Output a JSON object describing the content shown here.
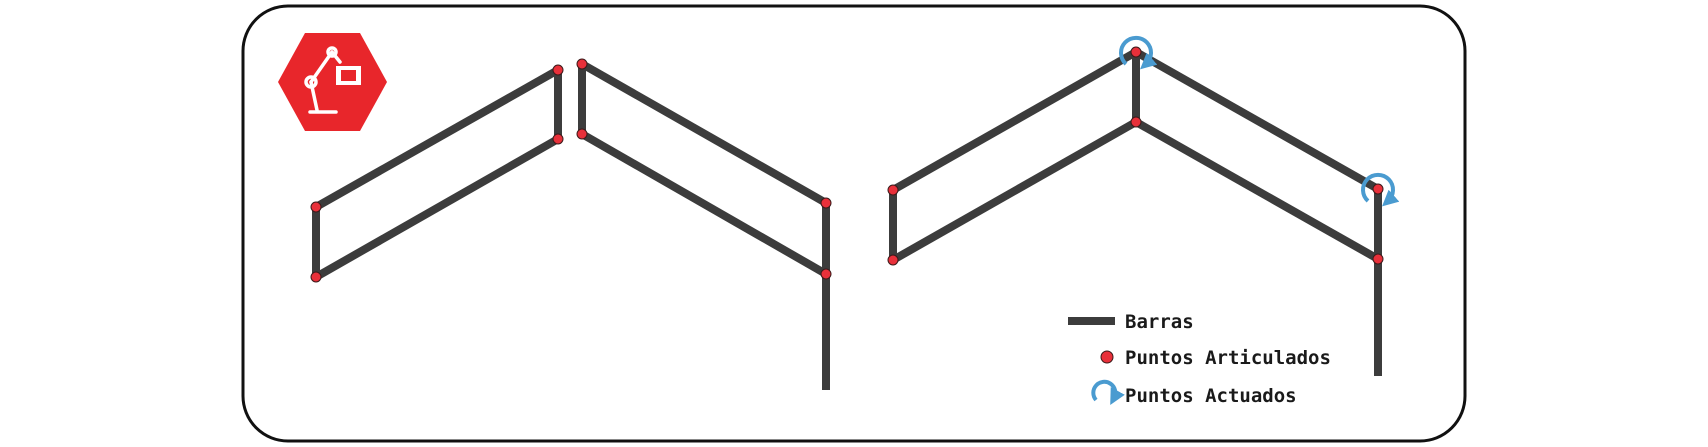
{
  "colors": {
    "bar": "#3c3c3c",
    "joint": "#e8303a",
    "actuated": "#4a9bd0",
    "logo": "#e8262b"
  },
  "logo": {
    "icon": "robot-arm-icon"
  },
  "legend": {
    "bars_label": "Barras",
    "joints_label": "Puntos Articulados",
    "actuated_label": "Puntos Actuados"
  }
}
